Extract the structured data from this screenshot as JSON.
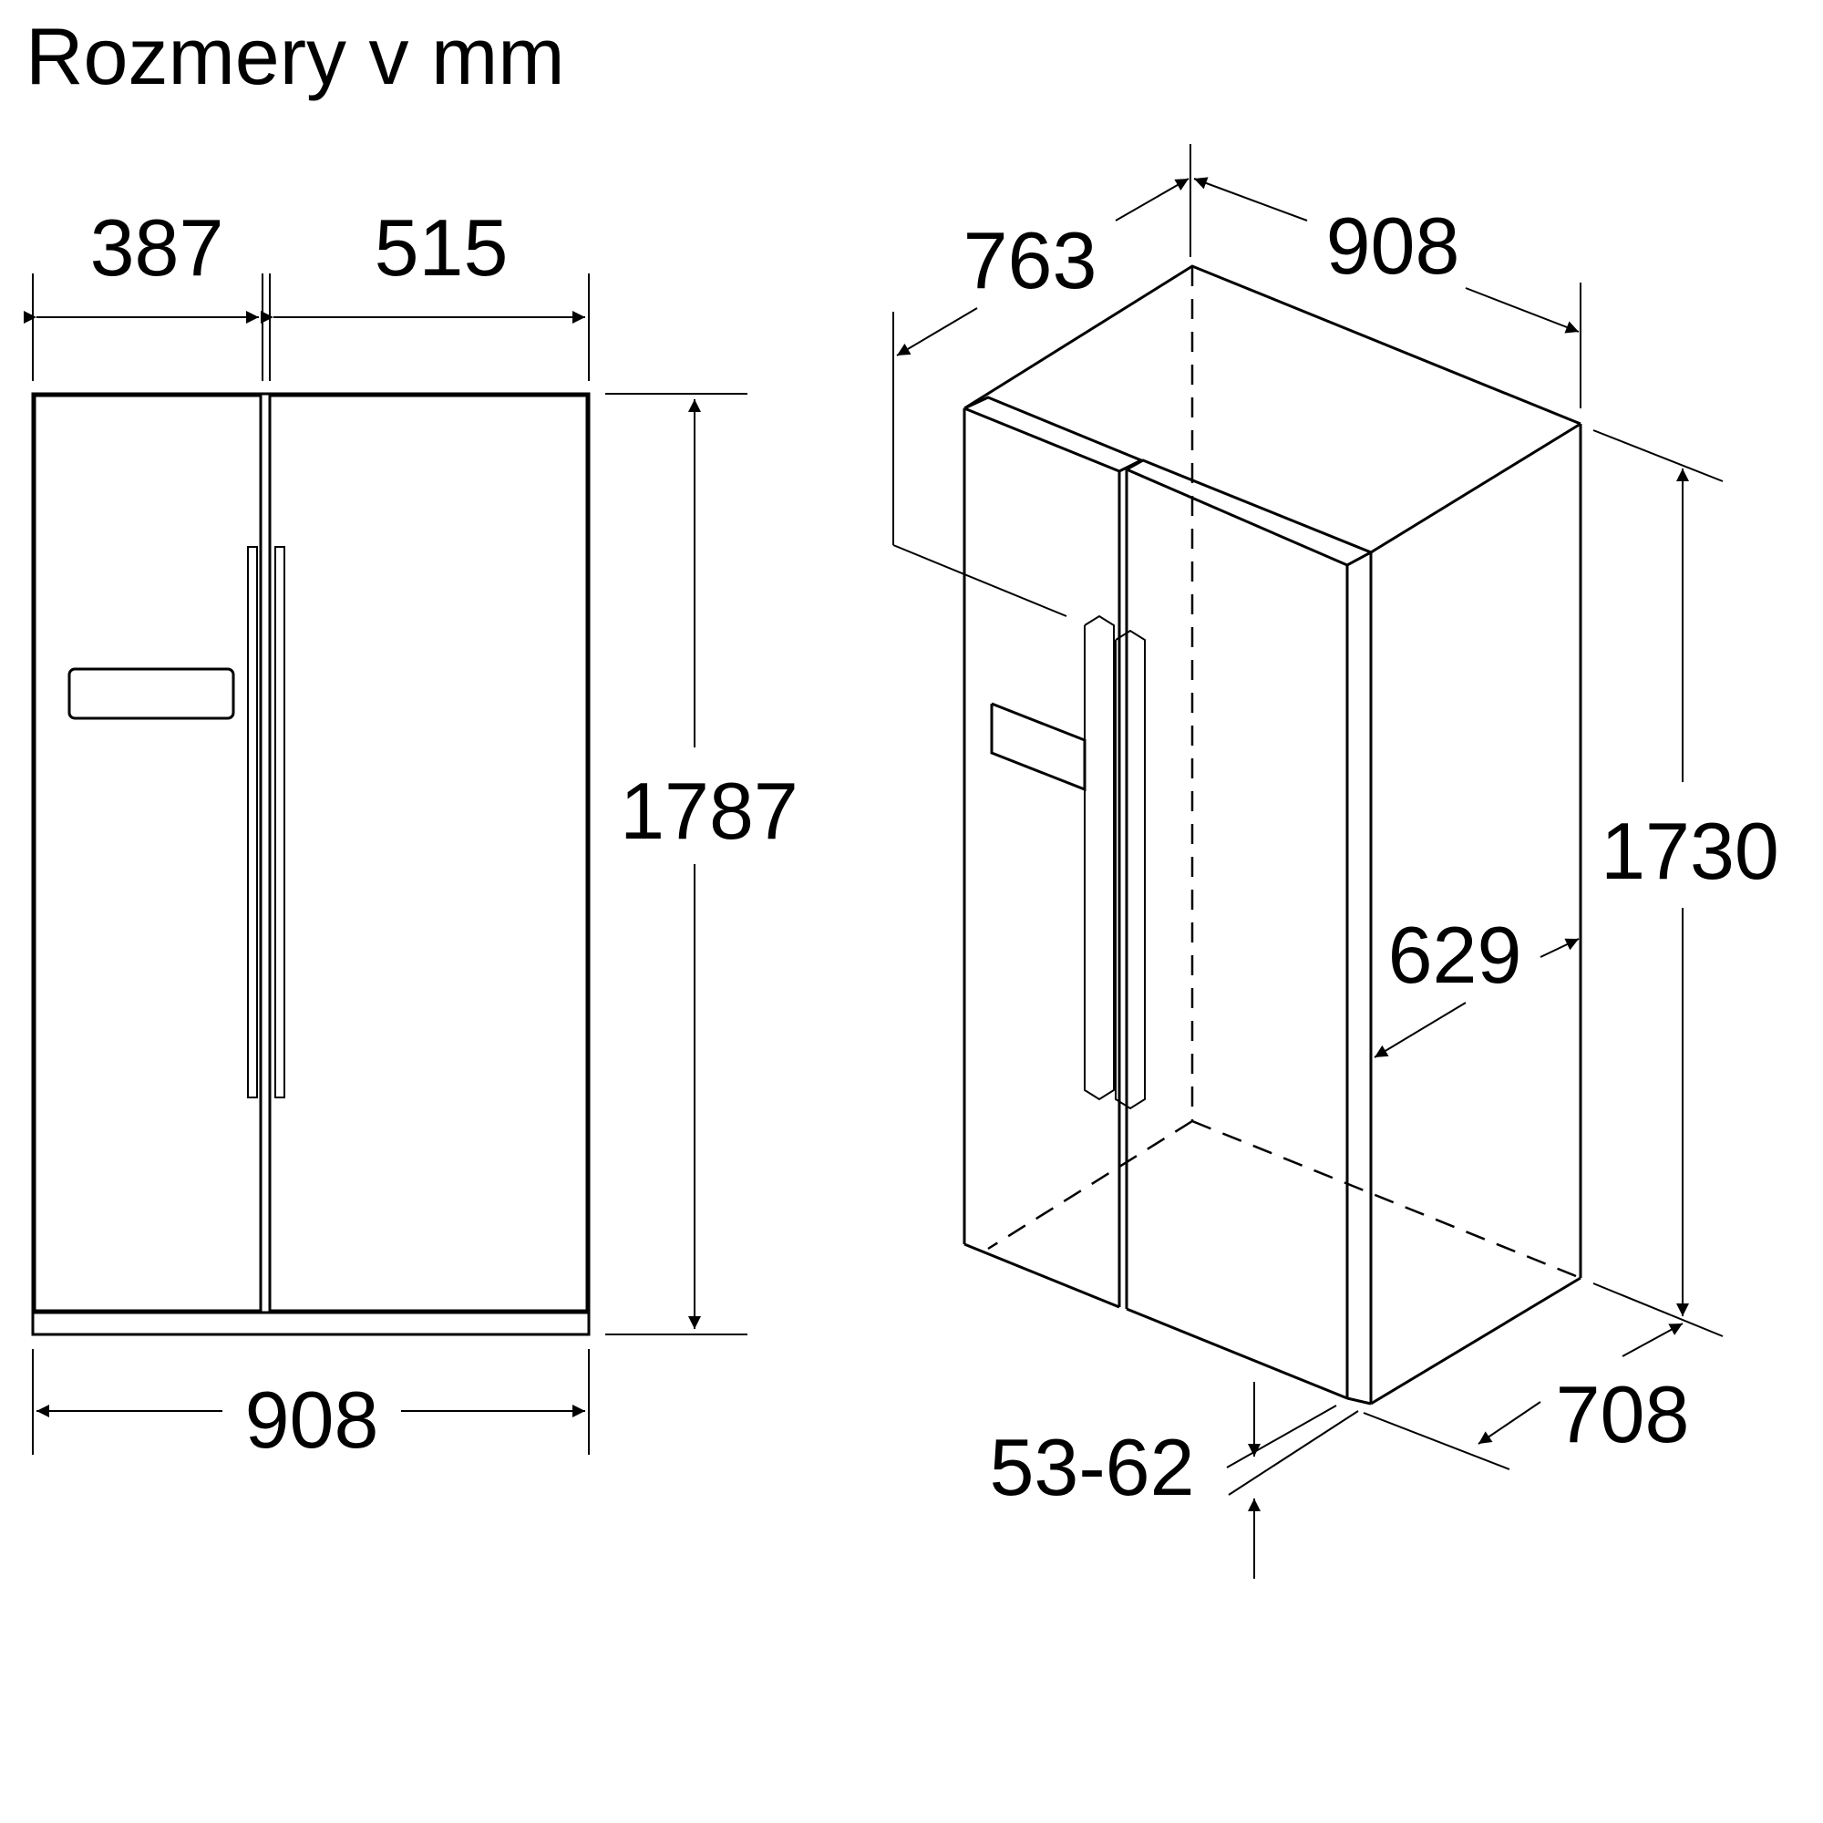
{
  "title": "Rozmery v mm",
  "front_view": {
    "width_left_door": "387",
    "width_right_door": "515",
    "height": "1787",
    "total_width": "908"
  },
  "iso_view": {
    "depth_with_door_open": "763",
    "width": "908",
    "height": "1730",
    "depth_body": "629",
    "depth_total": "708",
    "door_offset": "53-62"
  }
}
